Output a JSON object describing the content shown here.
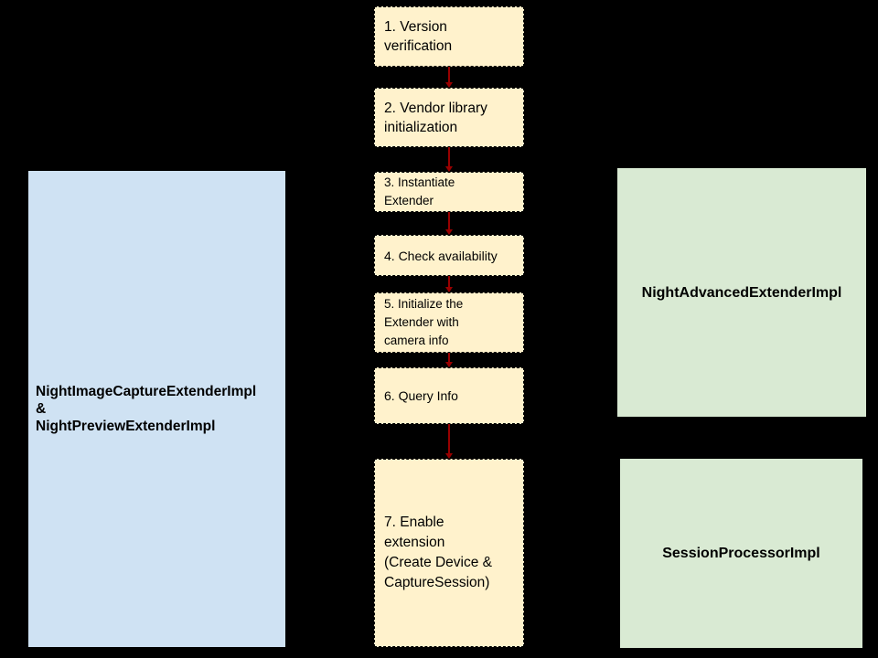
{
  "left_box": {
    "label": "NightImageCaptureExtenderImpl\n&\nNightPreviewExtenderImpl",
    "fill": "#cfe2f3"
  },
  "flow_steps": [
    {
      "label": "1. Version\nverification"
    },
    {
      "label": "2. Vendor library\ninitialization"
    },
    {
      "label": "3. Instantiate\nExtender"
    },
    {
      "label": "4. Check availability"
    },
    {
      "label": "5. Initialize the\nExtender with\ncamera info"
    },
    {
      "label": "6. Query Info"
    },
    {
      "label": "7. Enable\nextension\n(Create Device &\nCaptureSession)"
    }
  ],
  "right_boxes": [
    {
      "label": "NightAdvancedExtenderImpl",
      "fill": "#d9ead3"
    },
    {
      "label": "SessionProcessorImpl",
      "fill": "#d9ead3"
    }
  ],
  "colors": {
    "background": "#000000",
    "step_fill": "#fff2cc",
    "step_border": "#000000",
    "left_fill": "#cfe2f3",
    "right_fill": "#d9ead3",
    "arrow": "#990000",
    "text": "#000000"
  }
}
